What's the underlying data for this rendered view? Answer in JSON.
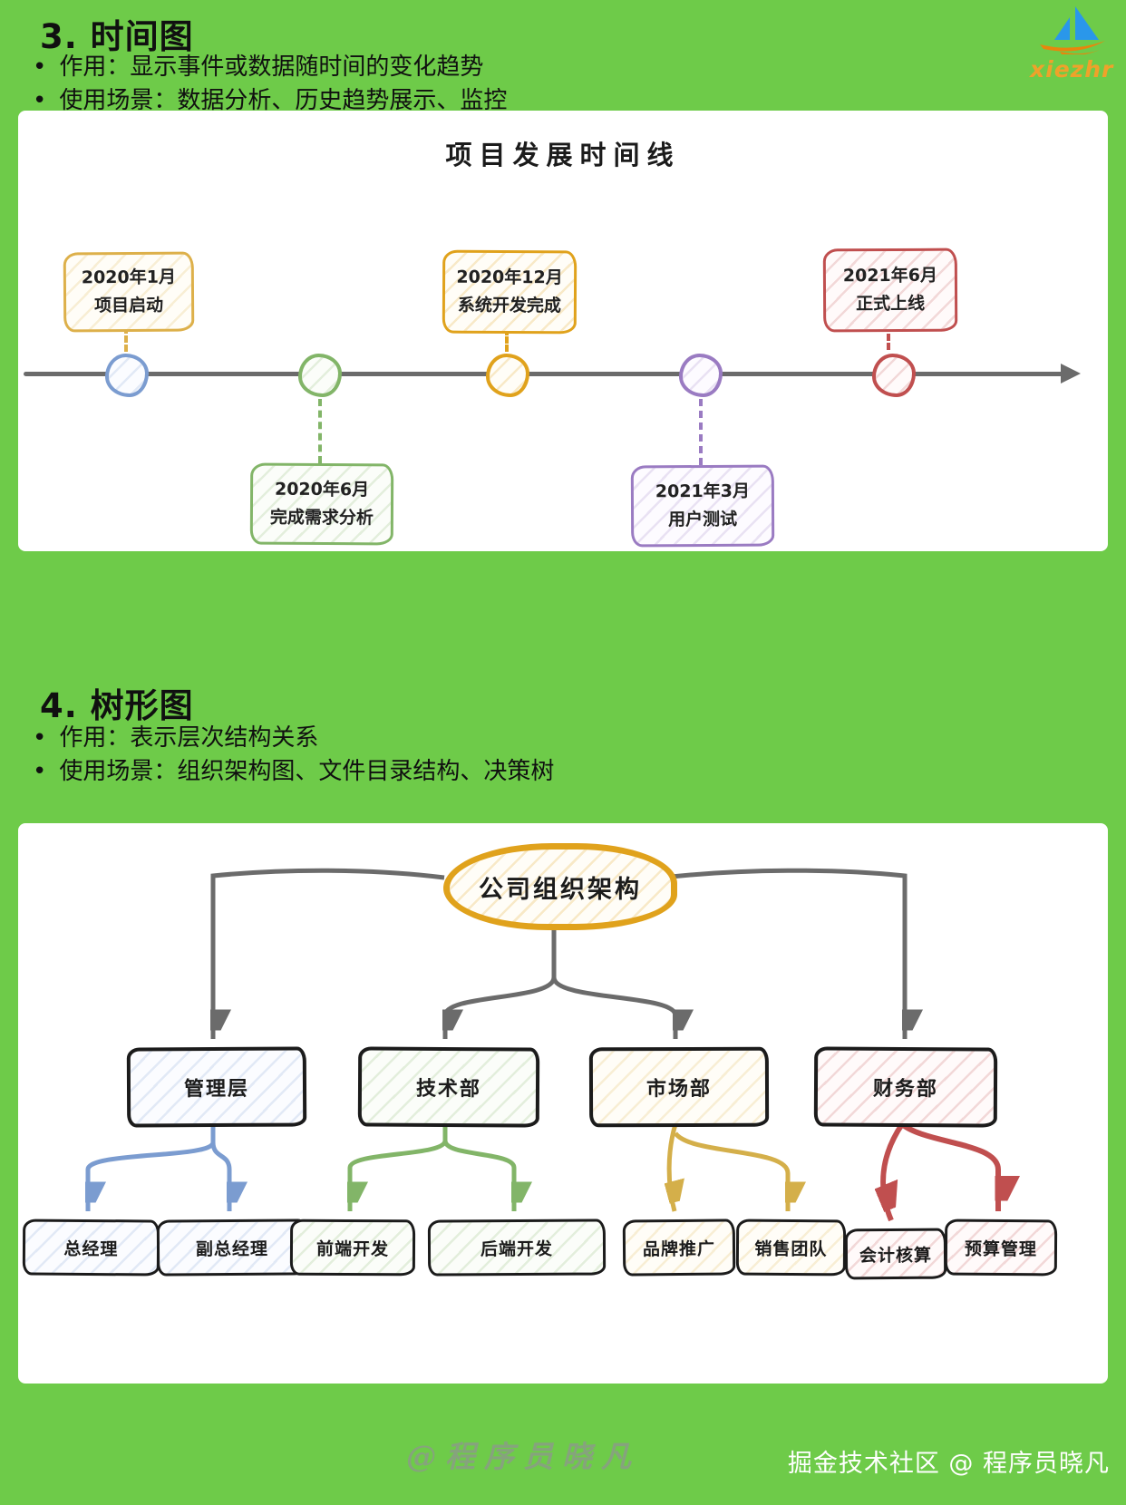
{
  "page": {
    "background_color": "#6ecb49",
    "card_color": "#ffffff"
  },
  "logo": {
    "text": "xiezhr",
    "text_color": "#efa22a",
    "sail_color": "#2a97ea",
    "hull_color": "#e8860c"
  },
  "section_timeline": {
    "heading": "3. 时间图",
    "bullets": [
      "作用：显示事件或数据随时间的变化趋势",
      "使用场景：数据分析、历史趋势展示、监控"
    ],
    "card_title": "项目发展时间线",
    "axis_color": "#6b6b6b",
    "milestones": [
      {
        "date": "2020年1月",
        "label": "项目启动",
        "box_color": "#ddb04a",
        "dot_color": "#7b9cd0",
        "position": "above"
      },
      {
        "date": "2020年6月",
        "label": "完成需求分析",
        "box_color": "#82b568",
        "dot_color": "#82b568",
        "position": "below"
      },
      {
        "date": "2020年12月",
        "label": "系统开发完成",
        "box_color": "#e0a21c",
        "dot_color": "#e0a21c",
        "position": "above"
      },
      {
        "date": "2021年3月",
        "label": "用户测试",
        "box_color": "#9a7bc2",
        "dot_color": "#9a7bc2",
        "position": "below"
      },
      {
        "date": "2021年6月",
        "label": "正式上线",
        "box_color": "#c04f4f",
        "dot_color": "#c04f4f",
        "position": "above"
      }
    ]
  },
  "section_tree": {
    "heading": "4. 树形图",
    "bullets": [
      "作用：表示层次结构关系",
      "使用场景：组织架构图、文件目录结构、决策树"
    ],
    "root": {
      "label": "公司组织架构",
      "color": "#e0a21c"
    },
    "connector_color": "#6b6b6b",
    "departments": [
      {
        "label": "管理层",
        "color": "#7b9cd0",
        "children": [
          "总经理",
          "副总经理"
        ]
      },
      {
        "label": "技术部",
        "color": "#82b568",
        "children": [
          "前端开发",
          "后端开发"
        ]
      },
      {
        "label": "市场部",
        "color": "#d4af4a",
        "children": [
          "品牌推广",
          "销售团队"
        ]
      },
      {
        "label": "财务部",
        "color": "#c04f4f",
        "children": [
          "会计核算",
          "预算管理"
        ]
      }
    ]
  },
  "footer": {
    "watermark": "@程序员晓凡",
    "credit": "掘金技术社区 @ 程序员晓凡"
  }
}
